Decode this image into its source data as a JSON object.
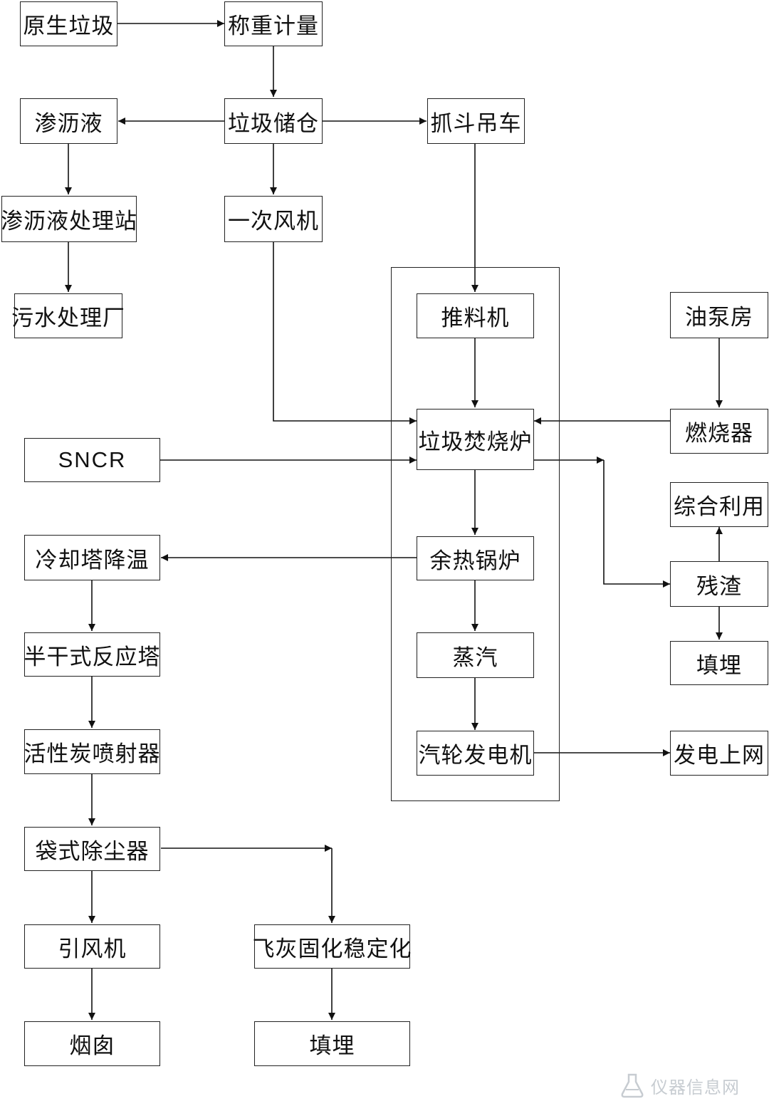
{
  "nodes": {
    "raw_waste": "原生垃圾",
    "weighing": "称重计量",
    "leachate": "渗沥液",
    "waste_bunker": "垃圾储仓",
    "grab_crane": "抓斗吊车",
    "leachate_station": "渗沥液处理站",
    "primary_fan": "一次风机",
    "sewage_plant": "污水处理厂",
    "pusher": "推料机",
    "oil_pump_house": "油泵房",
    "incinerator": "垃圾焚烧炉",
    "burner": "燃烧器",
    "sncr": "SNCR",
    "comprehensive_use": "综合利用",
    "cooling_tower": "冷却塔降温",
    "waste_heat_boiler": "余热锅炉",
    "slag": "残渣",
    "steam": "蒸汽",
    "landfill_slag": "填埋",
    "semi_dry_reactor": "半干式反应塔",
    "activated_carbon_injector": "活性炭喷射器",
    "turbine_generator": "汽轮发电机",
    "grid_connection": "发电上网",
    "bag_filter": "袋式除尘器",
    "induced_draft_fan": "引风机",
    "fly_ash_stabilization": "飞灰固化稳定化",
    "chimney": "烟囱",
    "landfill_ash": "填埋"
  },
  "watermark": {
    "text": "仪器信息网",
    "icon": "flask-logo-icon"
  }
}
